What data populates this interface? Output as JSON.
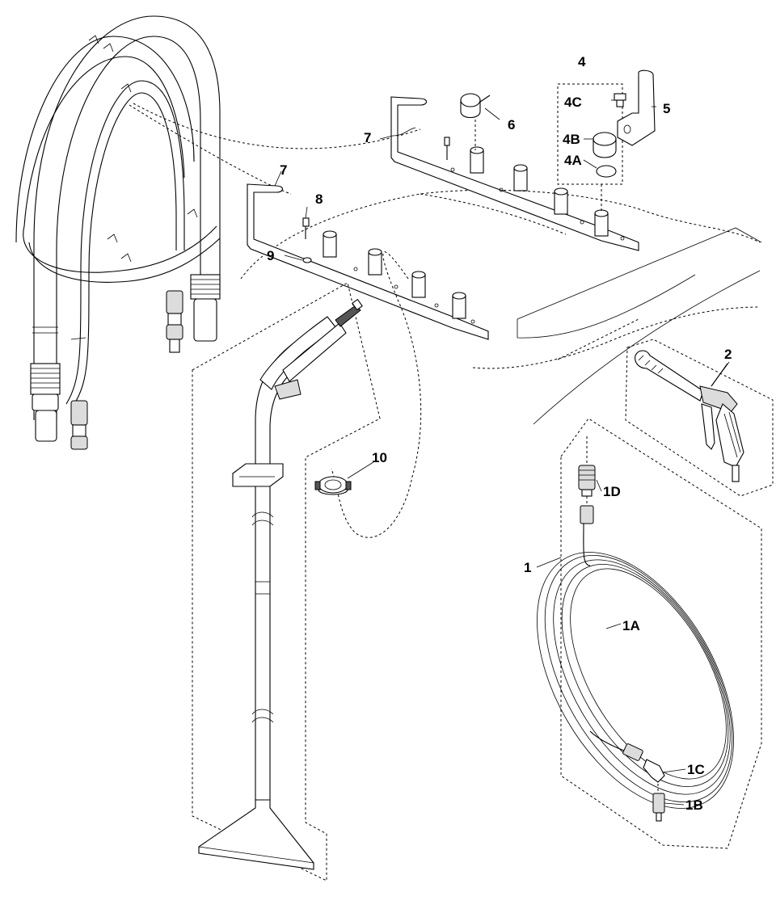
{
  "callouts": {
    "c1": "1",
    "c1A": "1A",
    "c1B": "1B",
    "c1C": "1C",
    "c1D": "1D",
    "c2": "2",
    "c4": "4",
    "c4A": "4A",
    "c4B": "4B",
    "c4C": "4C",
    "c5": "5",
    "c6": "6",
    "c7a": "7",
    "c7b": "7",
    "c8": "8",
    "c9": "9",
    "c10": "10"
  }
}
